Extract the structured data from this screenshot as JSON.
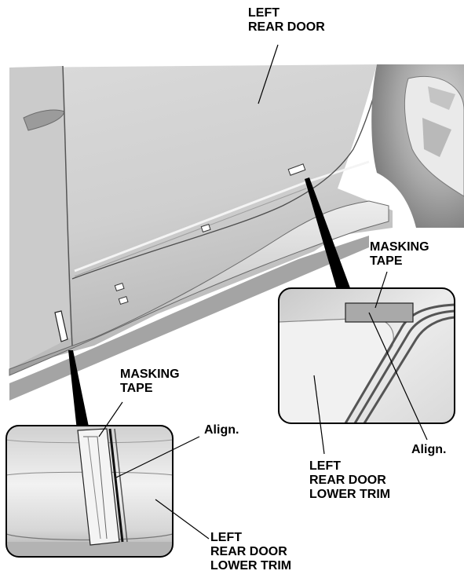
{
  "labels": {
    "door_line1": "LEFT",
    "door_line2": "REAR DOOR",
    "tape_right_line1": "MASKING",
    "tape_right_line2": "TAPE",
    "tape_left_line1": "MASKING",
    "tape_left_line2": "TAPE",
    "align_left": "Align.",
    "align_right": "Align.",
    "trim_mid_line1": "LEFT",
    "trim_mid_line2": "REAR DOOR",
    "trim_mid_line3": "LOWER TRIM",
    "trim_bottom_line1": "LEFT",
    "trim_bottom_line2": "REAR DOOR",
    "trim_bottom_line3": "LOWER TRIM"
  },
  "colors": {
    "body_light": "#e6e6e6",
    "body_mid": "#c4c4c4",
    "body_dark": "#8e8e8e",
    "masking_tape": "#a9a9a9",
    "outline": "#000000"
  }
}
